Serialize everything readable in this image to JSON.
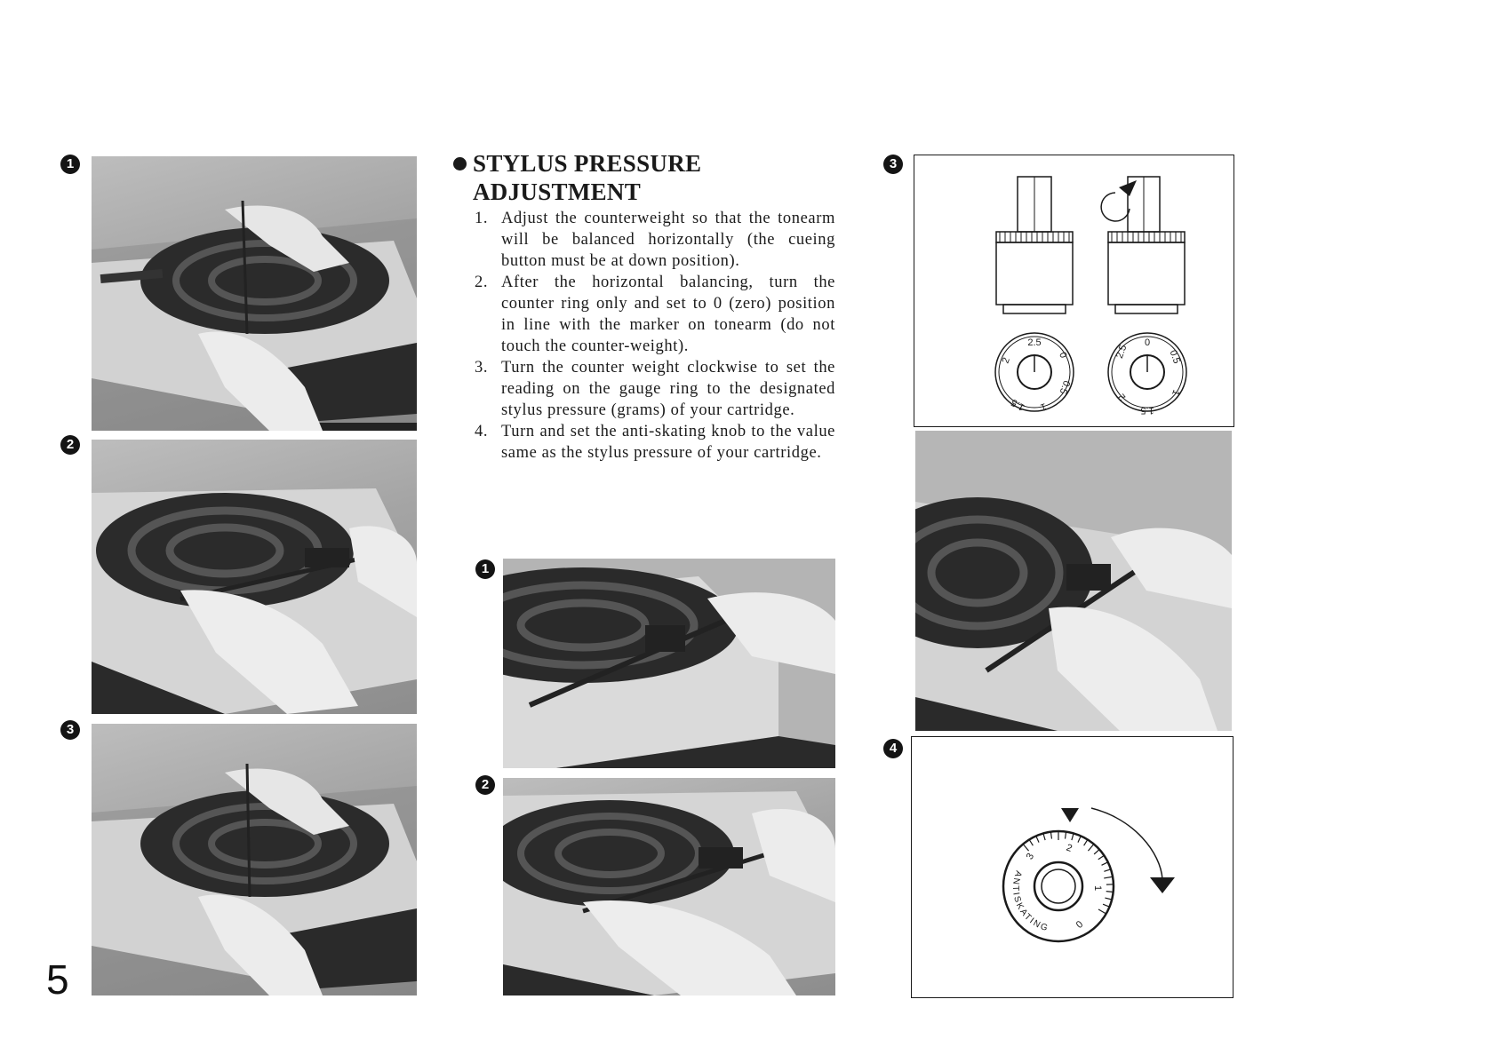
{
  "page_number": "5",
  "markers": {
    "left_1": "1",
    "left_2": "2",
    "left_3": "3",
    "middle_1": "1",
    "middle_2": "2",
    "right_3": "3",
    "right_4": "4"
  },
  "section": {
    "heading_line1": "STYLUS PRESSURE",
    "heading_line2": "ADJUSTMENT",
    "steps": [
      {
        "num": "1.",
        "text": "Adjust the counterweight so that the tonearm will be balanced horizontally (the cueing button must be at down position)."
      },
      {
        "num": "2.",
        "text": "After the horizontal balancing, turn the counter ring only and set to 0 (zero) position in line with the marker on tonearm (do not touch the counter-weight)."
      },
      {
        "num": "3.",
        "text": "Turn the counter weight clockwise to set the reading on the gauge ring to the designated stylus pressure (grams) of your cartridge."
      },
      {
        "num": "4.",
        "text": "Turn and set the anti-skating knob to the value same as the stylus pressure of your cartridge."
      }
    ]
  },
  "gauge_diagram": {
    "left_dial": {
      "top": "2.5",
      "right": "0",
      "lower_right": "0.5",
      "bottom": "1",
      "lower_left": "1.5",
      "left": "2"
    },
    "right_dial": {
      "top": "0",
      "right": "0.5",
      "lower_right": "1",
      "bottom": "1.5",
      "lower_left": "2",
      "left": "2.5"
    }
  },
  "antiskating_diagram": {
    "label": "ANTISKATING",
    "ticks": [
      "3",
      "2",
      "1",
      "0"
    ]
  },
  "colors": {
    "ink": "#1a1a1a",
    "paper": "#ffffff"
  }
}
